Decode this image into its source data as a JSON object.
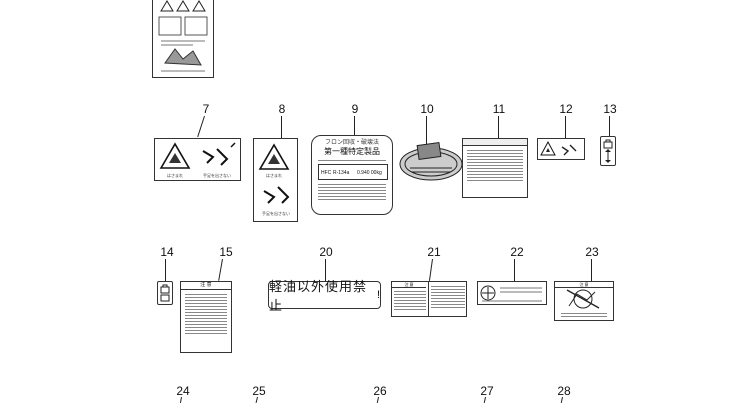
{
  "callouts": {
    "n7": "7",
    "n8": "8",
    "n9": "9",
    "n10": "10",
    "n11": "11",
    "n12": "12",
    "n13": "13",
    "n14": "14",
    "n15": "15",
    "n20": "20",
    "n21": "21",
    "n22": "22",
    "n23": "23",
    "n24": "24",
    "n25": "25",
    "n26": "26",
    "n27": "27",
    "n28": "28"
  },
  "decals": {
    "d7_caption_left": "はさまれ",
    "d7_caption_right": "手足を出さない",
    "d8_caption_top": "はさまれ",
    "d8_caption_bottom": "手足を出さない",
    "d9_title": "フロン回収・破壊法",
    "d9_subtitle": "第一種特定製品",
    "d9_gas": "HFC",
    "d9_gas_code": "R-134a",
    "d9_amount": "0.940 00kg",
    "d15_header": "注  意",
    "d20_text": "軽油以外使用禁止",
    "d21_header": "注  意",
    "d23_header": "注  意"
  }
}
